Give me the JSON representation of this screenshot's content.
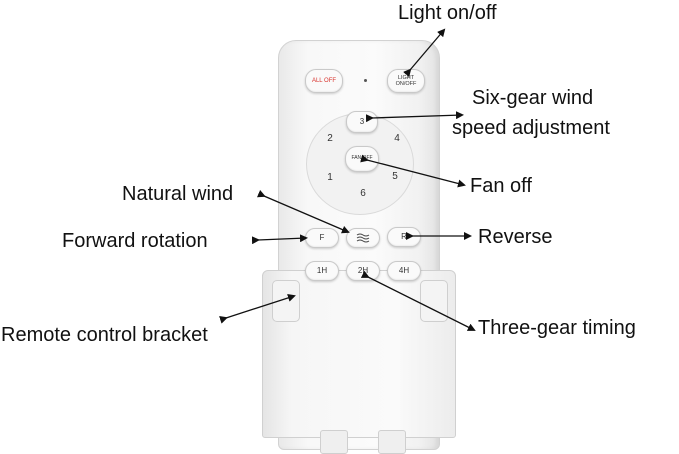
{
  "remote": {
    "buttons": {
      "all_off": "ALL OFF",
      "light_on_off_line1": "LIGHT",
      "light_on_off_line2": "ON/OFF",
      "fan_off": "FAN/OFF",
      "speed_1": "1",
      "speed_2": "2",
      "speed_3": "3",
      "speed_4": "4",
      "speed_5": "5",
      "speed_6": "6",
      "forward": "F",
      "natural_wind_icon": "wave-icon",
      "reverse": "R",
      "timer_1h": "1H",
      "timer_2h": "2H",
      "timer_4h": "4H"
    }
  },
  "labels": {
    "light": "Light on/off",
    "six_gear_line1": "Six-gear wind",
    "six_gear_line2": "speed adjustment",
    "fan_off": "Fan off",
    "natural_wind": "Natural wind",
    "forward": "Forward rotation",
    "reverse": "Reverse",
    "bracket": "Remote control bracket",
    "timing": "Three-gear timing"
  },
  "colors": {
    "all_off_text": "#d8322c",
    "remote_body": "#f7f7f7"
  }
}
